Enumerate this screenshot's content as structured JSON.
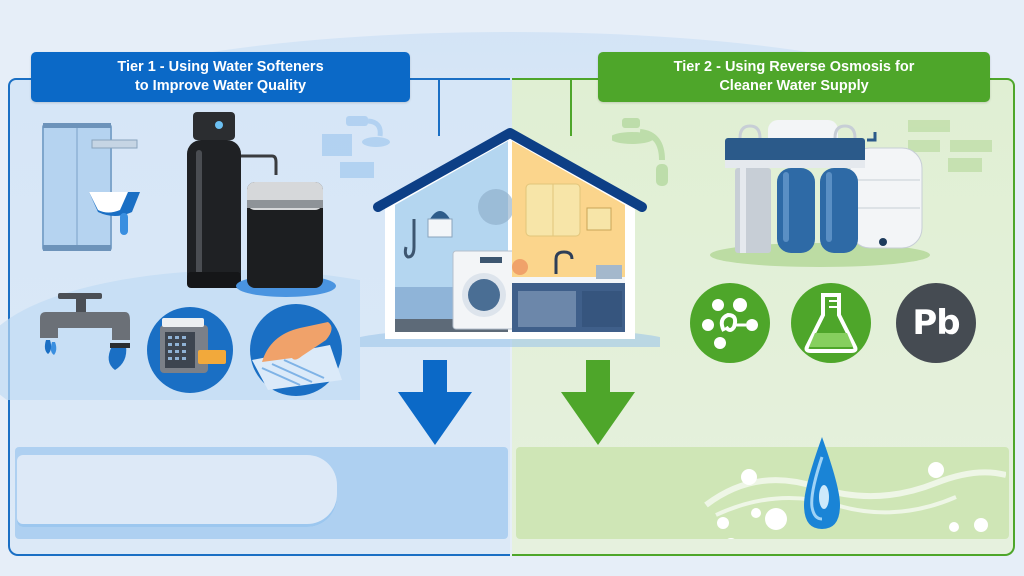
{
  "tiers": [
    {
      "id": "tier1",
      "title_line1": "Tier 1 - Using Water Softeners",
      "title_line2": "to Improve Water Quality",
      "accent": "#0b69c7",
      "illustrations": [
        "shower-sink-icon",
        "water-softener-tank-icon",
        "brine-tank-icon",
        "dripping-faucet-icon",
        "dishwasher-icon",
        "hand-laundry-icon"
      ],
      "result": "soft-water-foam-icon"
    },
    {
      "id": "tier2",
      "title_line1": "Tier 2 - Using Reverse Osmosis for",
      "title_line2": "Cleaner Water Supply",
      "accent": "#4ea62a",
      "illustrations": [
        "reverse-osmosis-filter-icon",
        "storage-tank-icon",
        "contaminant-molecules-icon",
        "chemical-flask-icon",
        "lead-icon"
      ],
      "contaminant_badges": [
        {
          "name": "molecules",
          "color": "#4ea62a"
        },
        {
          "name": "flask",
          "color": "#4ea62a"
        },
        {
          "name": "lead",
          "label": "Pb",
          "color": "#454b52"
        }
      ],
      "result": "water-drop-icon"
    }
  ],
  "house": {
    "rooms": [
      "bathroom-laundry",
      "kitchen"
    ],
    "roof_color": "#0d3f86"
  },
  "arrows": [
    {
      "direction": "down",
      "color": "#0b69c7"
    },
    {
      "direction": "down",
      "color": "#4ea62a"
    }
  ]
}
